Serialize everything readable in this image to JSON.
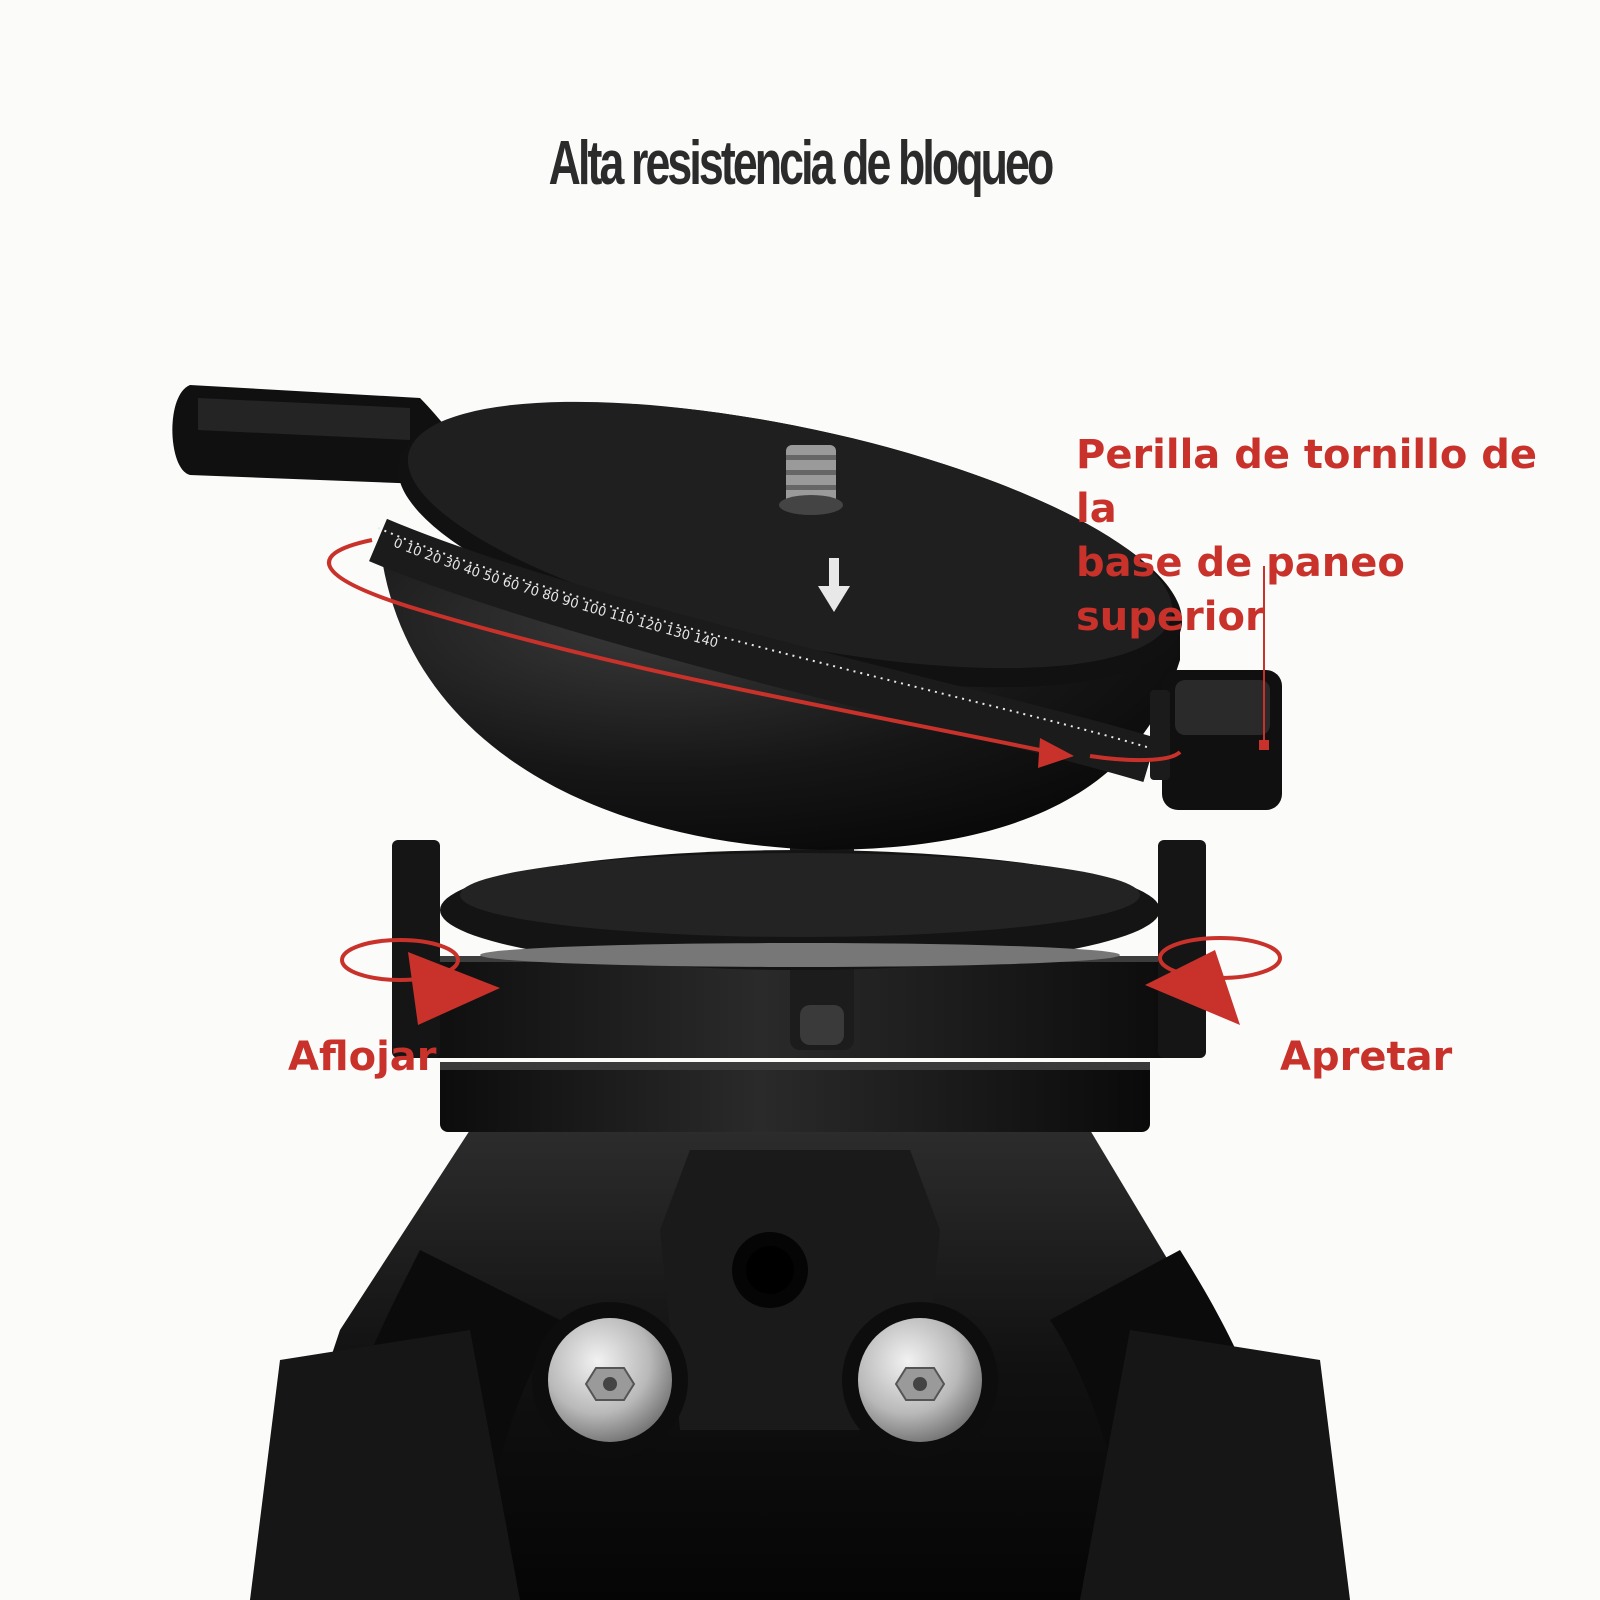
{
  "title": "Alta resistencia de bloqueo",
  "labels": {
    "knob_line1": "Perilla de tornillo de la",
    "knob_line2": "base de paneo superior",
    "loosen": "Aflojar",
    "tighten": "Apretar"
  },
  "scale_numbers": [
    "0",
    "10",
    "20",
    "30",
    "40",
    "50",
    "60",
    "70",
    "80",
    "90",
    "100",
    "110",
    "120",
    "130",
    "140"
  ],
  "colors": {
    "background": "#fbfbfa",
    "title": "#2b2b2b",
    "accent_red": "#c8322b",
    "metal_black": "#121212"
  },
  "icons": [
    "rotation-arrow-icon",
    "pointer-arrow-icon"
  ]
}
